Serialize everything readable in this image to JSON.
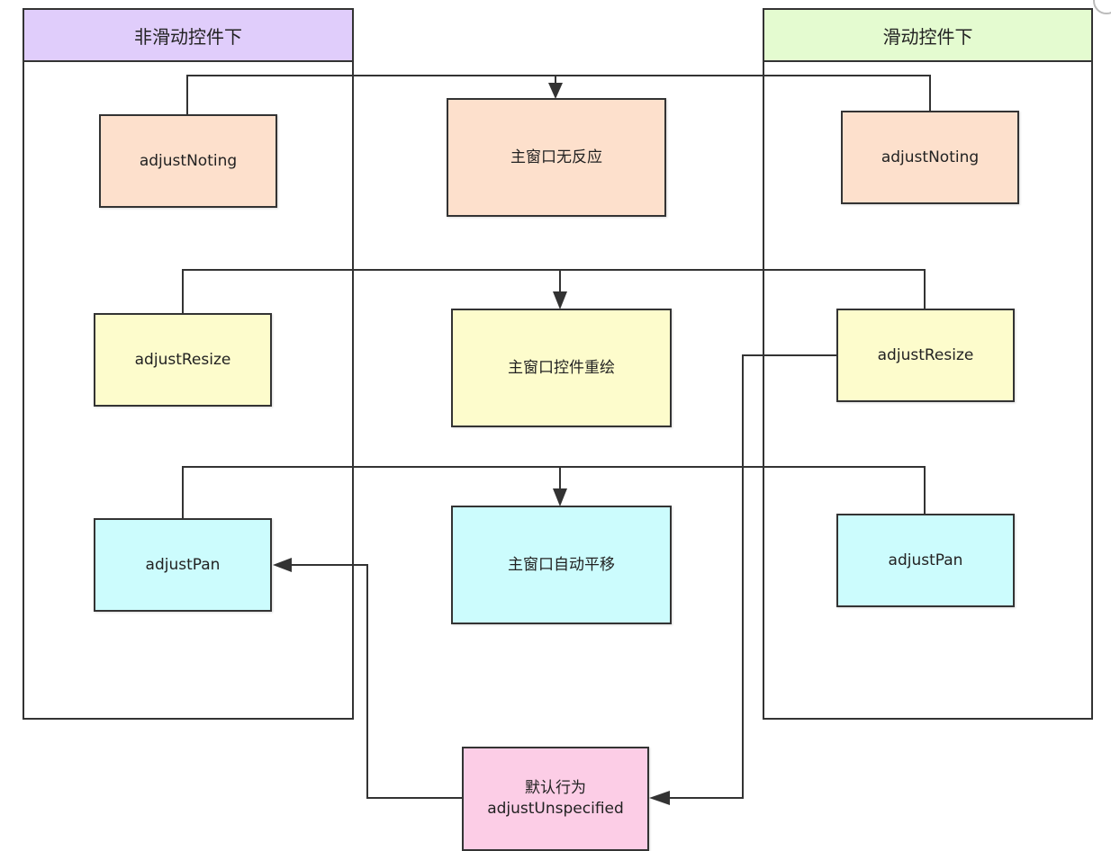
{
  "lanes": {
    "left": {
      "title": "非滑动控件下",
      "header_color": "#e0cdfb"
    },
    "right": {
      "title": "滑动控件下",
      "header_color": "#e4fbd0"
    }
  },
  "left_nodes": {
    "nothing": "adjustNoting",
    "resize": "adjustResize",
    "pan": "adjustPan"
  },
  "right_nodes": {
    "nothing": "adjustNoting",
    "resize": "adjustResize",
    "pan": "adjustPan"
  },
  "center_nodes": {
    "no_response": "主窗口无反应",
    "redraw": "主窗口控件重绘",
    "auto_pan": "主窗口自动平移"
  },
  "default_node": {
    "line1": "默认行为",
    "line2": "adjustUnspecified"
  },
  "colors": {
    "row1": "#fde0cc",
    "row2": "#fdfccc",
    "row3": "#ccfcfd",
    "default": "#fccde6",
    "stroke": "#333333"
  }
}
